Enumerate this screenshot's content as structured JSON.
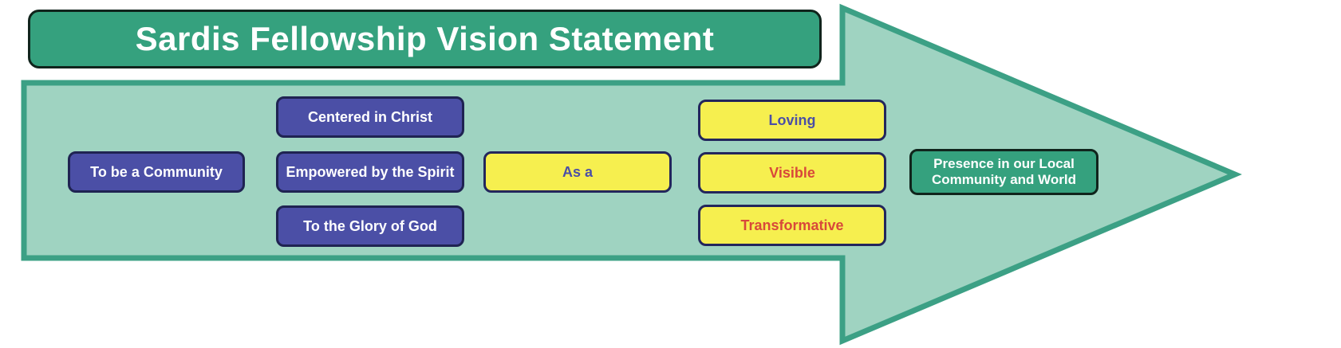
{
  "title": "Sardis Fellowship Vision Statement",
  "boxes": {
    "community": "To be a Community",
    "centered": "Centered in Christ",
    "empowered": "Empowered by the Spirit",
    "glory": "To the Glory of God",
    "as_a": "As a",
    "loving": "Loving",
    "visible": "Visible",
    "transformative": "Transformative",
    "presence": "Presence in our Local Community and World"
  },
  "colors": {
    "arrow_fill": "#9fd3c1",
    "arrow_border": "#3ca085",
    "header_fill": "#35a17e",
    "header_border": "#10241c",
    "purple_fill": "#4b4fa6",
    "purple_border": "#1f2352",
    "yellow_fill": "#f6ef4f",
    "yellow_border": "#23265c",
    "purple_text": "#4b4fa6",
    "red_text": "#d8483a",
    "green_fill": "#35a17e",
    "white_text": "#ffffff"
  }
}
